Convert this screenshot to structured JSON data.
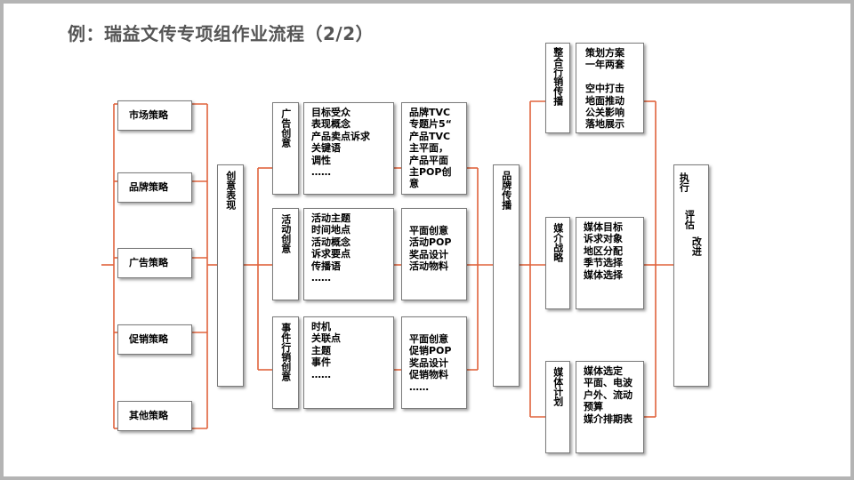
{
  "title": "例：瑞益文传专项组作业流程（2/2）",
  "strategies": [
    "市场策略",
    "品牌策略",
    "广告策略",
    "促销策略",
    "其他策略"
  ],
  "creative_expression": "创意表现",
  "creative_groups": [
    {
      "label": "广告创意",
      "items": [
        "目标受众",
        "表现概念",
        "产品卖点诉求",
        "关键语",
        "调性",
        "……"
      ],
      "outputs": [
        "品牌TVC",
        "专题片5“",
        "产品TVC",
        "主平面，",
        "产品平面",
        "主POP创",
        "意"
      ]
    },
    {
      "label": "活动创意",
      "items": [
        "活动主题",
        "时间地点",
        "活动概念",
        "诉求要点",
        "传播语",
        "……"
      ],
      "outputs": [
        "平面创意",
        "活动POP",
        "奖品设计",
        "活动物料"
      ]
    },
    {
      "label": "事件行销创意",
      "items": [
        "时机",
        "关联点",
        "主题",
        "事件",
        "……"
      ],
      "outputs": [
        "平面创意",
        "促销POP",
        "奖品设计",
        "促销物料",
        "……"
      ]
    }
  ],
  "brand_communication": "品牌传播",
  "media_groups": [
    {
      "label": "整合行销传播",
      "items": [
        "策划方案",
        "一年两套",
        "",
        "空中打击",
        "地面推动",
        "公关影响",
        "落地展示"
      ]
    },
    {
      "label": "媒介战略",
      "items": [
        "媒体目标",
        "诉求对象",
        "地区分配",
        "季节选择",
        "媒体选择"
      ]
    },
    {
      "label": "媒体计划",
      "items": [
        "媒体选定",
        "平面、电波",
        "户外、流动",
        "预算",
        "媒介排期表"
      ]
    }
  ],
  "execution": [
    "执行",
    "评估",
    "改进"
  ],
  "colors": {
    "connector": "#e0633c",
    "border": "#7a7a7a",
    "title": "#555555"
  }
}
